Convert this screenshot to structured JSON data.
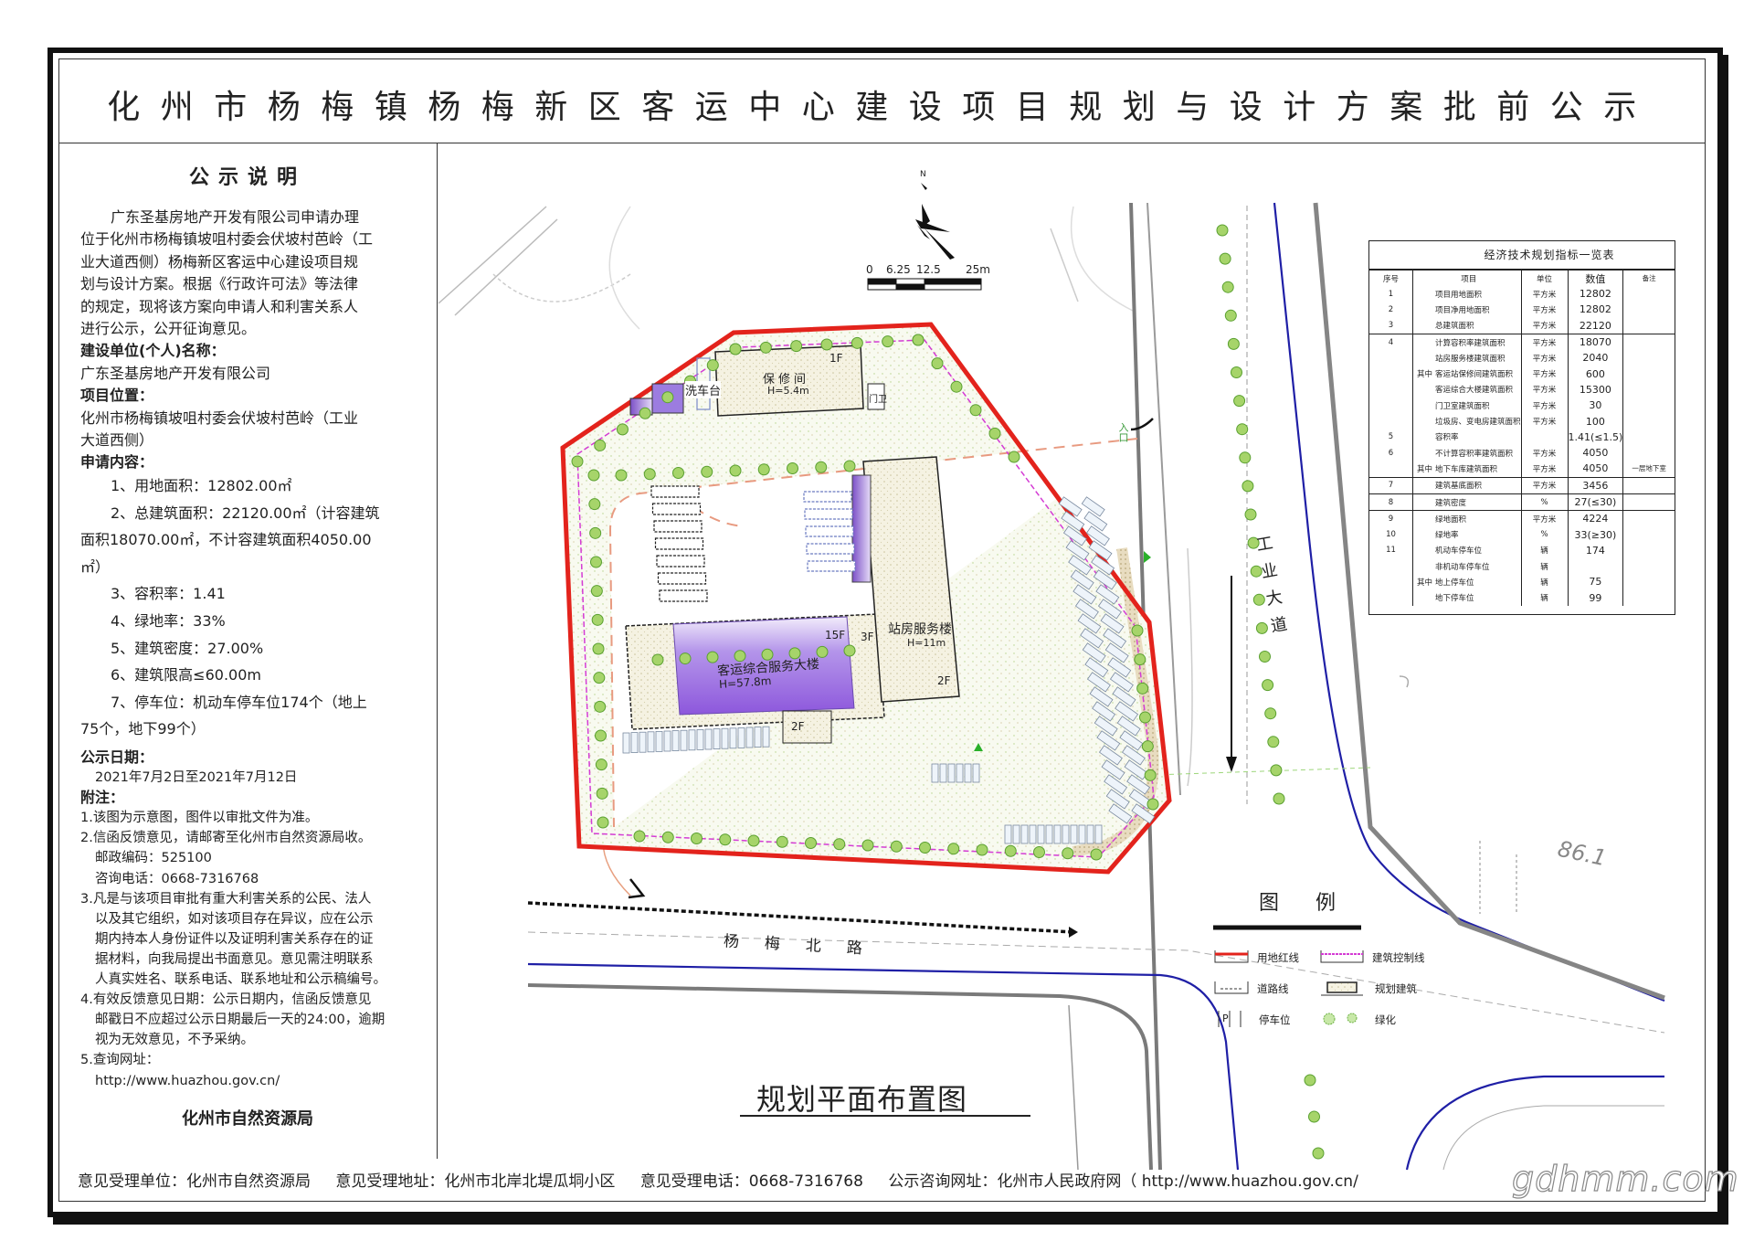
{
  "title": "化州市杨梅镇杨梅新区客运中心建设项目规划与设计方案批前公示",
  "notice": {
    "heading": "公示说明",
    "intro_lines": [
      "广东圣基房地产开发有限公司申请办理",
      "位于化州市杨梅镇坡咀村委会伏坡村芭岭（工",
      "业大道西侧）杨梅新区客运中心建设项目规",
      "划与设计方案。根据《行政许可法》等法律",
      "的规定，现将该方案向申请人和利害关系人",
      "进行公示，公开征询意见。"
    ],
    "builder_label": "建设单位(个人)名称：",
    "builder": "广东圣基房地产开发有限公司",
    "location_label": "项目位置：",
    "location_lines": [
      "化州市杨梅镇坡咀村委会伏坡村芭岭（工业",
      "大道西侧）"
    ],
    "content_label": "申请内容：",
    "content_lines": [
      "1、用地面积：12802.00㎡",
      "2、总建筑面积：22120.00㎡（计容建筑",
      "面积18070.00㎡，不计容建筑面积4050.00",
      "㎡）",
      "3、容积率：1.41",
      "4、绿地率：33%",
      "5、建筑密度：27.00%",
      "6、建筑限高≤60.00m",
      "7、停车位：机动车停车位174个（地上",
      "75个，地下99个）"
    ],
    "date_label": "公示日期：",
    "date": "2021年7月2日至2021年7月12日",
    "notes_label": "附注：",
    "notes_lines": [
      "1.该图为示意图，图件以审批文件为准。",
      "2.信函反馈意见，请邮寄至化州市自然资源局收。",
      "邮政编码：525100",
      "咨询电话：0668-7316768",
      "3.凡是与该项目审批有重大利害关系的公民、法人",
      "以及其它组织，如对该项目存在异议，应在公示",
      "期内持本人身份证件以及证明利害关系存在的证",
      "据材料，向我局提出书面意见。意见需注明联系",
      "人真实姓名、联系电话、联系地址和公示稿编号。",
      "4.有效反馈意见日期：公示日期内，信函反馈意见",
      "邮戳日不应超过公示日期最后一天的24:00，逾期",
      "视为无效意见，不予采纳。",
      "5.查询网址：",
      "http://www.huazhou.gov.cn/"
    ],
    "signature": "化州市自然资源局"
  },
  "footer": {
    "unit": "意见受理单位：化州市自然资源局",
    "address": "意见受理地址：化州市北岸北堤瓜垌小区",
    "phone": "意见受理电话：0668-7316768",
    "website": "公示咨询网址：化州市人民政府网（ http://www.huazhou.gov.cn/"
  },
  "watermark": "gdhmm.com",
  "table": {
    "title": "经济技术规划指标一览表",
    "headers": [
      "序号",
      "项目",
      "单位",
      "数值",
      "备注"
    ],
    "rows": [
      {
        "seq": "1",
        "group": "",
        "item": "项目用地面积",
        "unit": "平方米",
        "value": "12802",
        "note": ""
      },
      {
        "seq": "2",
        "group": "",
        "item": "项目净用地面积",
        "unit": "平方米",
        "value": "12802",
        "note": ""
      },
      {
        "seq": "3",
        "group": "",
        "item": "总建筑面积",
        "unit": "平方米",
        "value": "22120",
        "note": ""
      },
      {
        "seq": "4",
        "group": "",
        "item": "计算容积率建筑面积",
        "unit": "平方米",
        "value": "18070",
        "note": ""
      },
      {
        "seq": "",
        "group": "",
        "item": "站房服务楼建筑面积",
        "unit": "平方米",
        "value": "2040",
        "note": ""
      },
      {
        "seq": "",
        "group": "其中",
        "item": "客运站保修间建筑面积",
        "unit": "平方米",
        "value": "600",
        "note": ""
      },
      {
        "seq": "",
        "group": "",
        "item": "客运综合大楼建筑面积",
        "unit": "平方米",
        "value": "15300",
        "note": ""
      },
      {
        "seq": "",
        "group": "",
        "item": "门卫室建筑面积",
        "unit": "平方米",
        "value": "30",
        "note": ""
      },
      {
        "seq": "",
        "group": "",
        "item": "垃圾房、变电房建筑面积",
        "unit": "平方米",
        "value": "100",
        "note": ""
      },
      {
        "seq": "5",
        "group": "",
        "item": "容积率",
        "unit": "",
        "value": "1.41(≤1.5)",
        "note": ""
      },
      {
        "seq": "6",
        "group": "",
        "item": "不计算容积率建筑面积",
        "unit": "平方米",
        "value": "4050",
        "note": ""
      },
      {
        "seq": "",
        "group": "其中",
        "item": "地下车库建筑面积",
        "unit": "平方米",
        "value": "4050",
        "note": "一层地下室"
      },
      {
        "seq": "7",
        "group": "",
        "item": "建筑基底面积",
        "unit": "平方米",
        "value": "3456",
        "note": ""
      },
      {
        "seq": "8",
        "group": "",
        "item": "建筑密度",
        "unit": "%",
        "value": "27(≤30)",
        "note": ""
      },
      {
        "seq": "9",
        "group": "",
        "item": "绿地面积",
        "unit": "平方米",
        "value": "4224",
        "note": ""
      },
      {
        "seq": "10",
        "group": "",
        "item": "绿地率",
        "unit": "%",
        "value": "33(≥30)",
        "note": ""
      },
      {
        "seq": "11",
        "group": "",
        "item": "机动车停车位",
        "unit": "辆",
        "value": "174",
        "note": ""
      },
      {
        "seq": "",
        "group": "",
        "item": "非机动车停车位",
        "unit": "辆",
        "value": "",
        "note": ""
      },
      {
        "seq": "",
        "group": "其中",
        "item": "地上停车位",
        "unit": "辆",
        "value": "75",
        "note": ""
      },
      {
        "seq": "",
        "group": "",
        "item": "地下停车位",
        "unit": "辆",
        "value": "99",
        "note": ""
      }
    ]
  },
  "map": {
    "north": "N",
    "scale_labels": [
      "0",
      "6.25",
      "12.5",
      "25m"
    ],
    "buildings": {
      "repair": {
        "name": "保修间",
        "height": "H=5.4m",
        "floors": "1F"
      },
      "wash": "洗车台",
      "gate": "门卫",
      "tower": {
        "name": "客运综合服务大楼",
        "height": "H=57.8m",
        "floors": "15F",
        "podium": "3F"
      },
      "station": {
        "name": "站房服务楼",
        "height": "H=11m",
        "floors": "2F"
      },
      "annex_floors": "2F"
    },
    "entrance": "入口",
    "road_east": "工业大道",
    "road_south": "杨梅北路",
    "elevation": "86.1",
    "plan_title": "规划平面布置图"
  },
  "legend": {
    "title": "图例",
    "items": [
      "用地红线",
      "建筑控制线",
      "道路线",
      "规划建筑",
      "停车位",
      "绿化"
    ],
    "parking_symbol": "P"
  },
  "colors": {
    "red_line": "#e3231c",
    "control_line": "#d43cd4",
    "road_blue": "#1f1fa6",
    "tower_purple": "#9a6ae0",
    "tree_green": "#7cc23a"
  }
}
